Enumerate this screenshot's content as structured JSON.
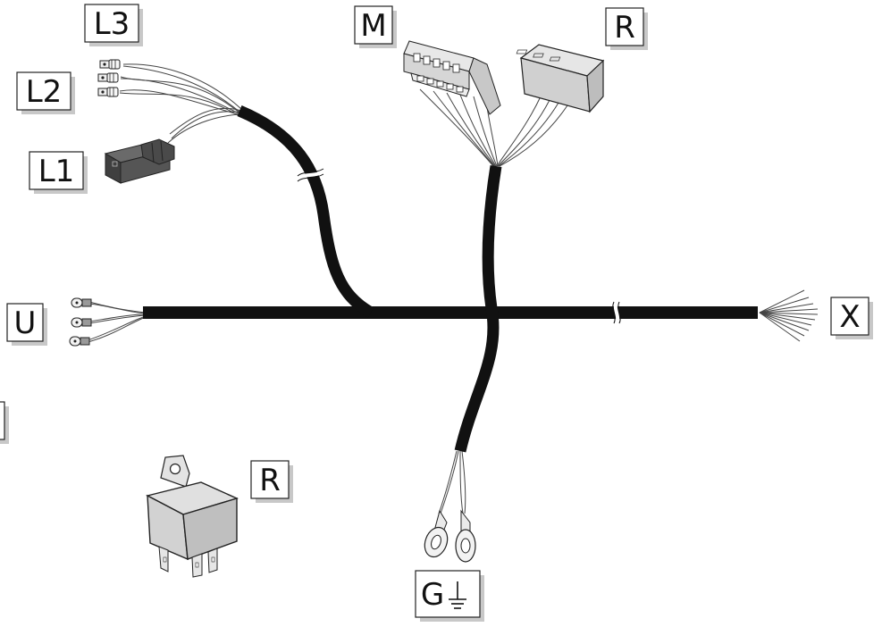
{
  "labels": {
    "l3": "L3",
    "l2": "L2",
    "l1": "L1",
    "m": "M",
    "r_top": "R",
    "u": "U",
    "x": "X",
    "r_relay": "R",
    "g": "G"
  },
  "icons": {
    "ground_symbol": "ground-icon"
  },
  "colors": {
    "harness": "#111111",
    "connector_gray": "#d4d4d4",
    "connector_dark": "#555555",
    "label_shadow": "#c8c8c8"
  }
}
